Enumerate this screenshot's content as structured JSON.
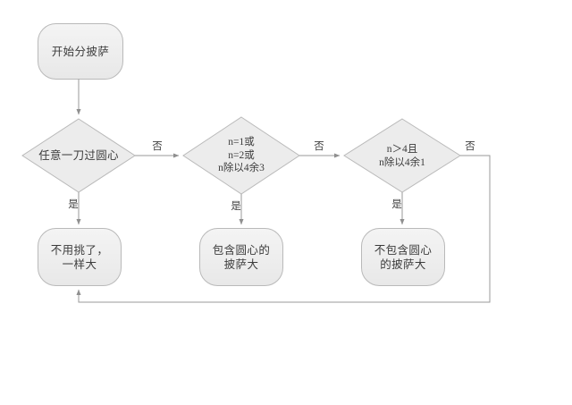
{
  "diagram": {
    "title": "pizza-cut-decision-flowchart",
    "background_color": "#ffffff",
    "node_fill": "#eeeeee",
    "node_stroke": "#b9b9b9",
    "connector_color": "#9a9a9a",
    "text_color": "#3c3c3c"
  },
  "nodes": {
    "start": {
      "label": "开始分披萨",
      "shape": "rounded-rectangle"
    },
    "decision1": {
      "lines": [
        "任意一刀过圆心"
      ],
      "shape": "diamond"
    },
    "decision2": {
      "lines": [
        "n=1或",
        "n=2或",
        "n除以4余3"
      ],
      "shape": "diamond"
    },
    "decision3": {
      "lines": [
        "n＞4且",
        "n除以4余1"
      ],
      "shape": "diamond"
    },
    "result1": {
      "lines": [
        "不用挑了，",
        "一样大"
      ],
      "shape": "rounded-rectangle"
    },
    "result2": {
      "lines": [
        "包含圆心的",
        "披萨大"
      ],
      "shape": "rounded-rectangle"
    },
    "result3": {
      "lines": [
        "不包含圆心",
        "的披萨大"
      ],
      "shape": "rounded-rectangle"
    }
  },
  "edge_labels": {
    "no1": "否",
    "no2": "否",
    "no3": "否",
    "yes1": "是",
    "yes2": "是",
    "yes3": "是"
  }
}
